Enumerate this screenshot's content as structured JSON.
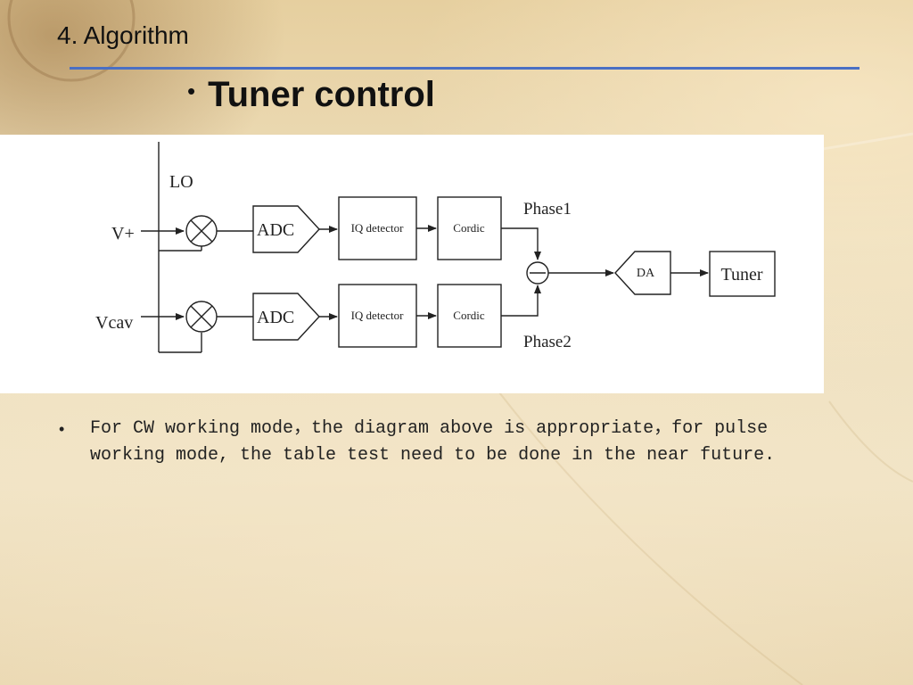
{
  "slide": {
    "section_label": "4. Algorithm",
    "title": "Tuner control",
    "bullet_symbol": "•",
    "note_text": "For CW working mode，the diagram above is appropriate，for pulse working mode, the table test need to be done in the near future.",
    "accent_color": "#4a6fc4"
  },
  "diagram": {
    "labels": {
      "lo": "LO",
      "v_plus": "V+",
      "vcav": "Vcav",
      "adc_top": "ADC",
      "adc_bottom": "ADC",
      "iq_top": "IQ detector",
      "iq_bottom": "IQ detector",
      "cordic_top": "Cordic",
      "cordic_bottom": "Cordic",
      "phase1": "Phase1",
      "phase2": "Phase2",
      "da": "DA",
      "tuner": "Tuner"
    }
  }
}
